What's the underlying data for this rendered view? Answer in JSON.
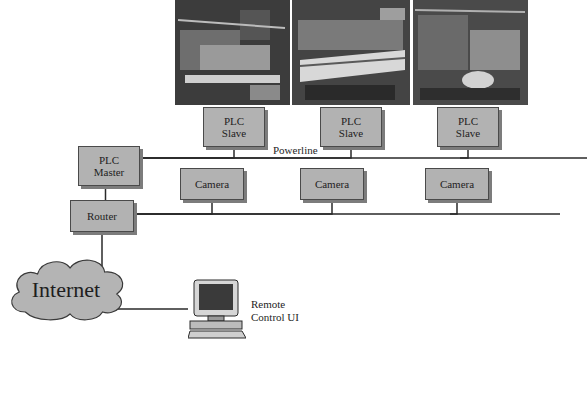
{
  "diagram": {
    "nodes": [
      {
        "text": [
          "PLC Slave"
        ]
      },
      {
        "text": [
          "PLC Slave"
        ]
      },
      {
        "text": [
          "PLC Slave"
        ]
      },
      {
        "text": [
          "PLC Master"
        ]
      },
      {
        "text": [
          "Camera"
        ]
      },
      {
        "text": [
          "Camera"
        ]
      },
      {
        "text": [
          "Camera"
        ]
      },
      {
        "text": [
          "Router"
        ]
      },
      {
        "text": [
          "Internet"
        ]
      },
      {
        "text": [
          "Remote Control UI"
        ]
      }
    ],
    "edges": [
      {
        "from": 3,
        "to": 0,
        "arrow": "none"
      },
      {
        "from": 3,
        "to": 1,
        "arrow": "none"
      },
      {
        "from": 3,
        "to": 2,
        "arrow": "none"
      },
      {
        "from": 3,
        "to": 7,
        "arrow": "none"
      },
      {
        "from": 7,
        "to": 4,
        "arrow": "none"
      },
      {
        "from": 7,
        "to": 5,
        "arrow": "none"
      },
      {
        "from": 7,
        "to": 6,
        "arrow": "none"
      },
      {
        "from": 7,
        "to": 8,
        "arrow": "none"
      },
      {
        "from": 8,
        "to": 9,
        "arrow": "none"
      }
    ],
    "labels": [
      "Powerline"
    ]
  }
}
